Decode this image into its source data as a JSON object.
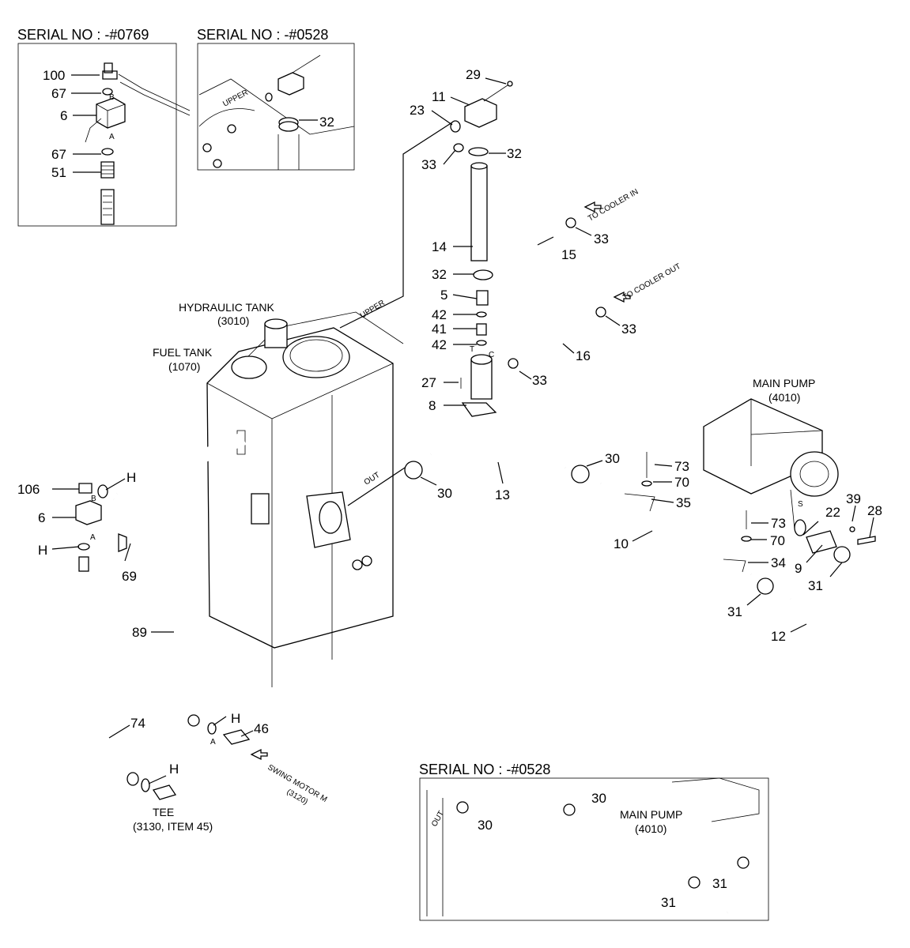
{
  "insets": {
    "serial_a": "SERIAL NO : -#0769",
    "serial_b": "SERIAL NO : -#0528",
    "serial_c": "SERIAL NO : -#0528"
  },
  "tanks": {
    "hydraulic": "HYDRAULIC TANK",
    "hydraulic_code": "(3010)",
    "fuel": "FUEL TANK",
    "fuel_code": "(1070)",
    "upper": "UPPER",
    "out": "OUT"
  },
  "pump": {
    "name": "MAIN PUMP",
    "code": "(4010)"
  },
  "flow": {
    "cooler_in": "TO COOLER IN",
    "cooler_out": "TO COOLER OUT",
    "swing": "SWING MOTOR M",
    "swing_code": "(3120)"
  },
  "tee": {
    "name": "TEE",
    "ref": "(3130, ITEM 45)"
  },
  "ports": {
    "A": "A",
    "B": "B",
    "C": "C",
    "T": "T",
    "S": "S",
    "H": "H"
  },
  "parts": {
    "p100": "100",
    "p67": "67",
    "p6": "6",
    "p51": "51",
    "p32": "32",
    "p29": "29",
    "p11": "11",
    "p23": "23",
    "p33": "33",
    "p14": "14",
    "p15": "15",
    "p5": "5",
    "p42": "42",
    "p41": "41",
    "p27": "27",
    "p8": "8",
    "p16": "16",
    "p30": "30",
    "p13": "13",
    "p73": "73",
    "p70": "70",
    "p35": "35",
    "p10": "10",
    "p34": "34",
    "p22": "22",
    "p39": "39",
    "p28": "28",
    "p9": "9",
    "p31": "31",
    "p12": "12",
    "p106": "106",
    "p69": "69",
    "p89": "89",
    "p74": "74",
    "p46": "46"
  }
}
